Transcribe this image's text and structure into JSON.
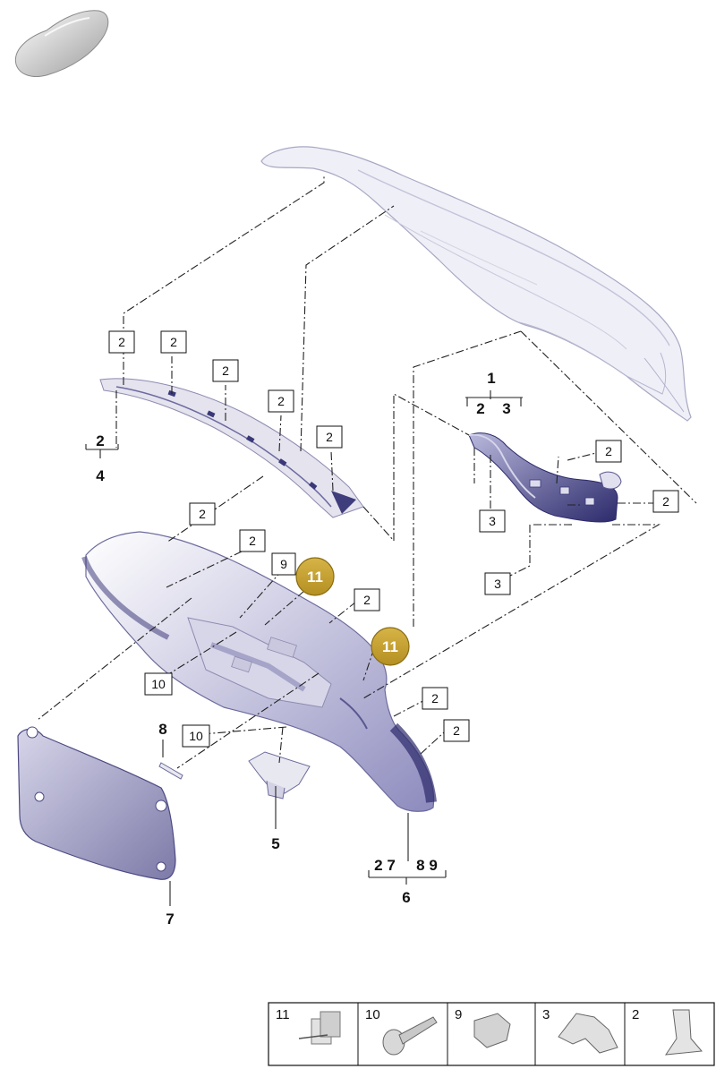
{
  "colors": {
    "part_fill": "#9c9bc4",
    "part_dark": "#2c2a6b",
    "part_light": "#e9e9f2",
    "trunk_fill": "#eeeef6",
    "callout_gold": "#c4a032",
    "callout_gold_stroke": "#8a6d12"
  },
  "icons": {
    "car_thumbnail": "car-thumbnail-icon"
  },
  "callouts": {
    "c_top_1": "2",
    "c_top_2": "2",
    "c_top_3": "2",
    "c_top_4": "2",
    "c_top_5": "2",
    "c_strip_6": "2",
    "c_mid_1": "2",
    "c_mid_2": "9",
    "c_mid_3": "2",
    "c_mid_4": "10",
    "c_mid_5": "10",
    "c_right_1": "2",
    "c_right_2": "2",
    "c_right_3": "3",
    "c_right_4": "3",
    "c_low_1": "2",
    "c_low_2": "2",
    "gold_1": "11",
    "gold_2": "11"
  },
  "part_labels": {
    "p1": "1",
    "p1_sub_a": "2",
    "p1_sub_b": "3",
    "p4_sub": "2",
    "p4": "4",
    "p5": "5",
    "p6_sub": "2 7",
    "p6_sub_b": "8 9",
    "p6": "6",
    "p7": "7",
    "p8": "8"
  },
  "legend": [
    {
      "num": "11",
      "icon": "clip-nut-icon"
    },
    {
      "num": "10",
      "icon": "screw-icon"
    },
    {
      "num": "9",
      "icon": "plug-icon"
    },
    {
      "num": "3",
      "icon": "bracket-clip-icon"
    },
    {
      "num": "2",
      "icon": "clip-icon"
    }
  ]
}
